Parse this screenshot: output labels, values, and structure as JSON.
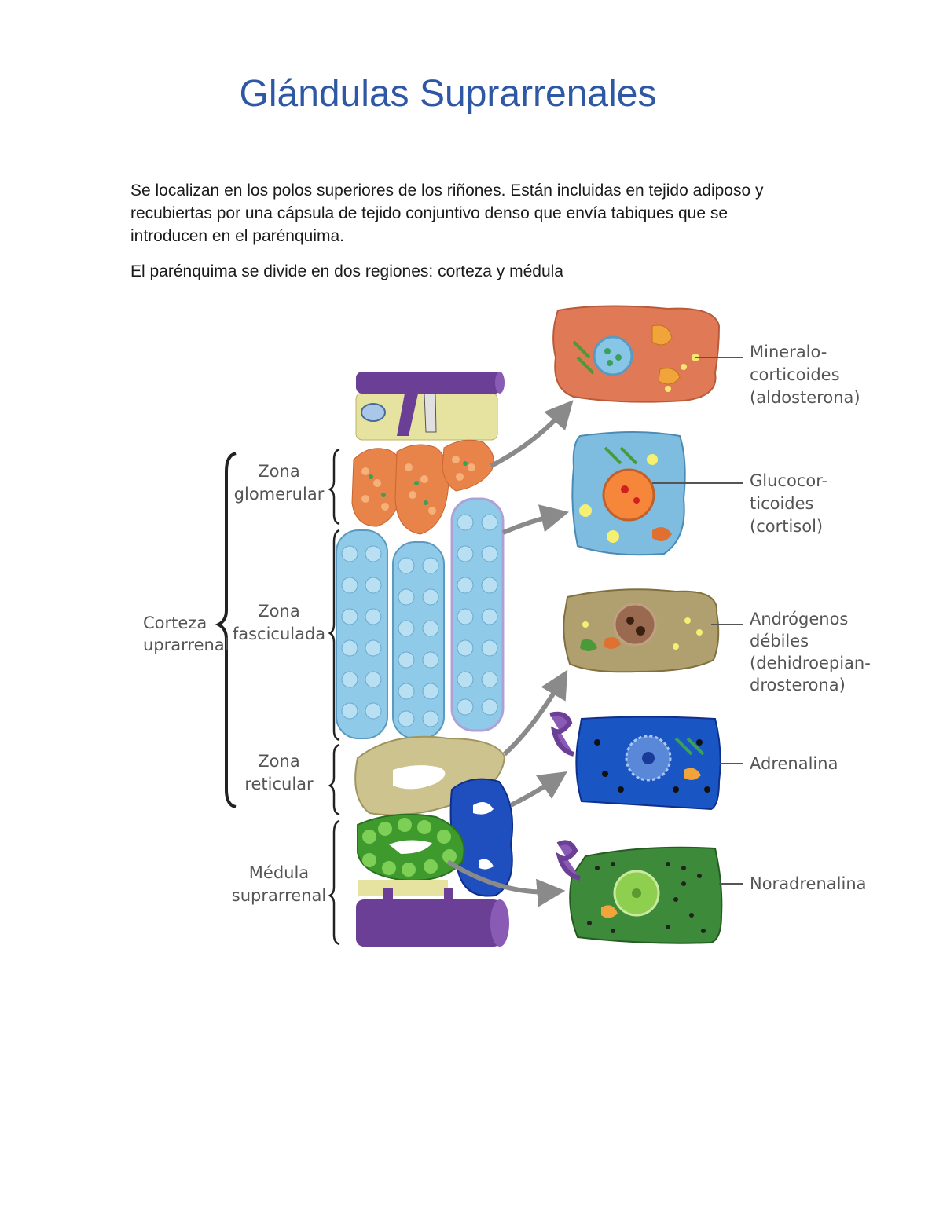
{
  "document": {
    "title": "Glándulas Suprarrenales",
    "paragraphs": [
      "Se localizan en los polos superiores de los riñones. Están incluidas en tejido adiposo y recubiertas por una cápsula de tejido conjuntivo denso que envía tabiques que se introducen en el parénquima.",
      "El parénquima se divide en dos regiones: corteza y médula"
    ]
  },
  "figure": {
    "left_labels": {
      "corteza": [
        "Corteza",
        "uprarrenal"
      ],
      "zona_glomerular": [
        "Zona",
        "glomerular"
      ],
      "zona_fasciculada": [
        "Zona",
        "fasciculada"
      ],
      "zona_reticular": [
        "Zona",
        "reticular"
      ],
      "medula": [
        "Médula",
        "suprarrenal"
      ]
    },
    "hormones": {
      "mineralocorticoides": [
        "Mineralo-",
        "corticoides",
        "(aldosterona)"
      ],
      "glucocorticoides": [
        "Glucocor-",
        "ticoides",
        "(cortisol)"
      ],
      "androgenos": [
        "Andrógenos",
        "débiles",
        "(dehidroepian-",
        "drosterona)"
      ],
      "adrenalina": [
        "Adrenalina"
      ],
      "noradrenalina": [
        "Noradrenalina"
      ]
    },
    "colors": {
      "vessel": "#6b3f95",
      "fat": "#e6e3a0",
      "glomerular": "#e8844a",
      "fasciculada": "#8fcbe8",
      "reticular": "#cdc38e",
      "medula_adrenal": "#1f4fbf",
      "medula_noradrenal": "#3f9a2e",
      "arrow": "#888888"
    }
  }
}
